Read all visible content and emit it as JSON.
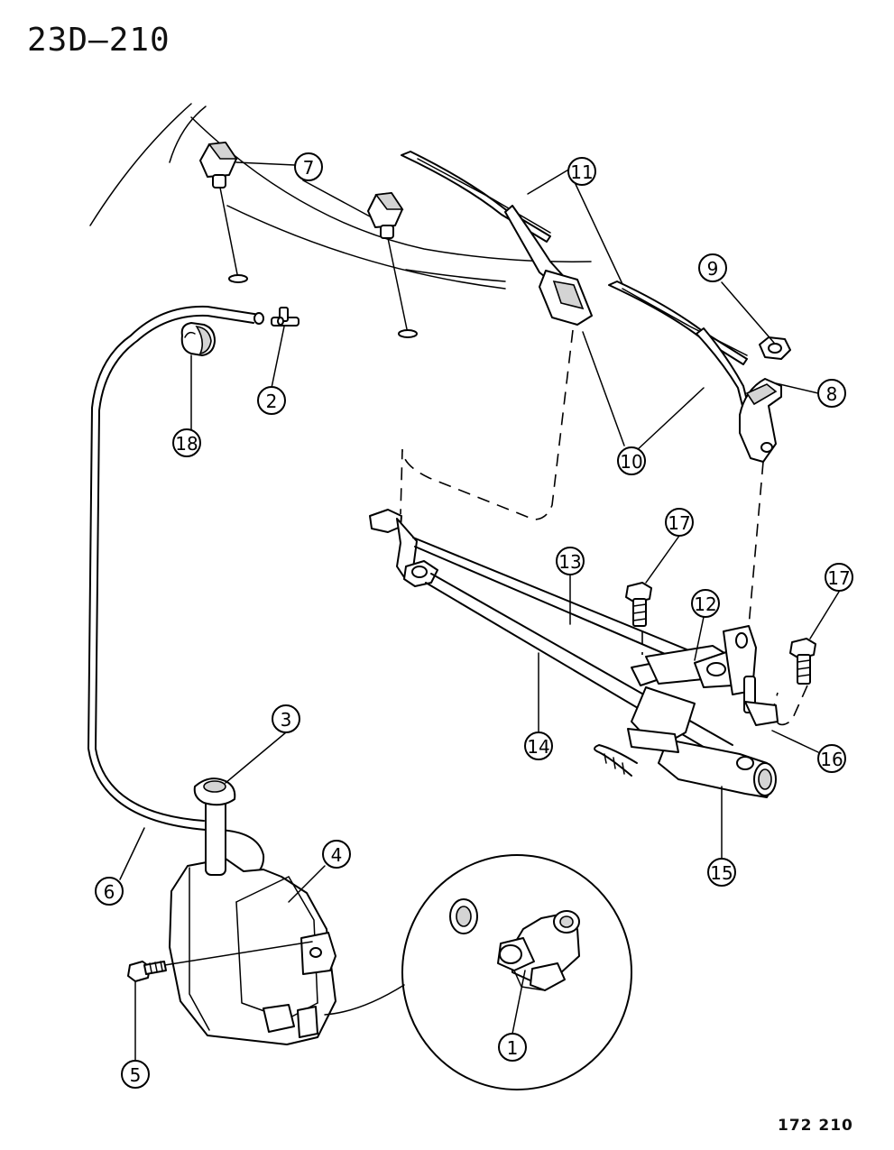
{
  "header": {
    "diagram_code": "23D–210"
  },
  "footer": {
    "figure_number": "172  210"
  },
  "callouts": {
    "c1": "1",
    "c2": "2",
    "c3": "3",
    "c4": "4",
    "c5": "5",
    "c6": "6",
    "c7": "7",
    "c8": "8",
    "c9": "9",
    "c10": "10",
    "c11": "11",
    "c12": "12",
    "c13": "13",
    "c14": "14",
    "c15": "15",
    "c16": "16",
    "c17a": "17",
    "c17b": "17",
    "c18": "18"
  }
}
